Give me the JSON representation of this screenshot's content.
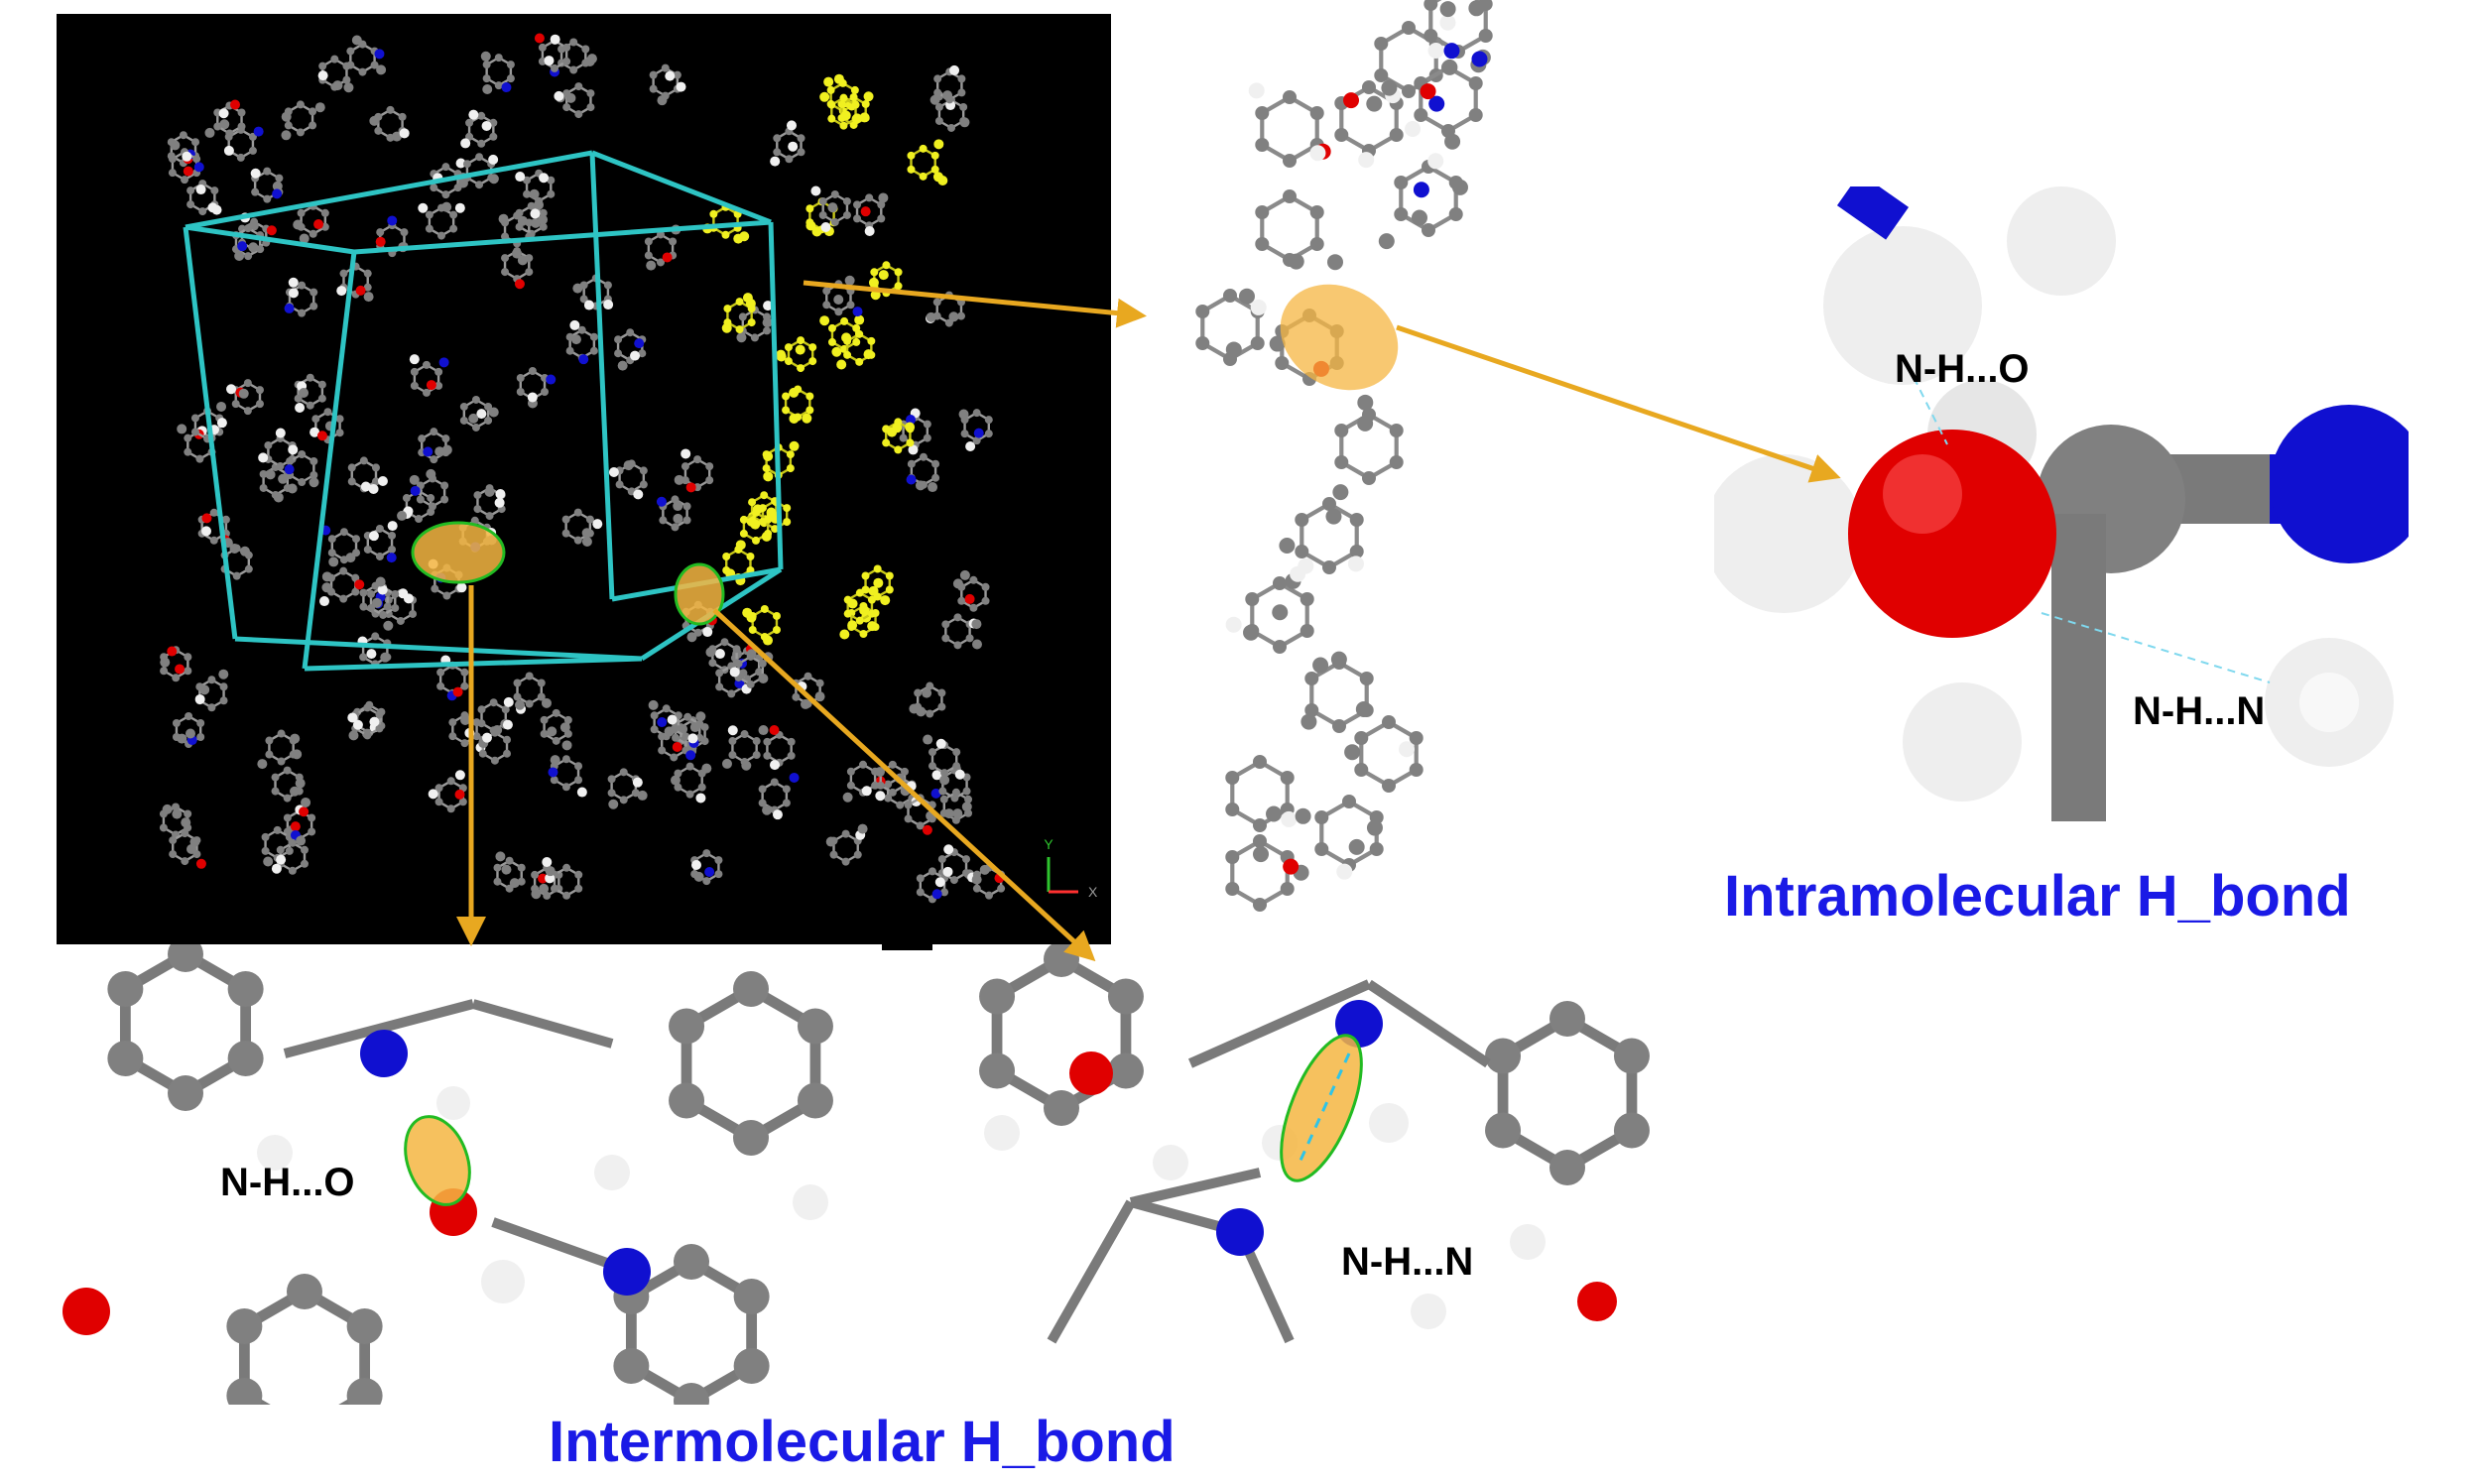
{
  "labels": {
    "intra_nho": "N-H...O",
    "intra_nhn": "N-H...N",
    "inter_nho": "N-H...O",
    "inter_nhn": "N-H...N"
  },
  "captions": {
    "intramolecular": "Intramolecular H_bond",
    "intermolecular": "Intermolecular H_bond"
  },
  "axes": {
    "y": "Y",
    "x": "X"
  },
  "colors": {
    "background_cell": "#000000",
    "unit_cell": "#2ec4c4",
    "carbon": "#808080",
    "oxygen": "#e00000",
    "nitrogen": "#1010d0",
    "hydrogen": "#f0f0f0",
    "highlight_molecule": "#f0f020",
    "arrow": "#e8a820",
    "ellipse_fill": "#f5b642",
    "ellipse_stroke": "#22bb22",
    "caption": "#1a1ae6"
  },
  "icons": [
    "unit-cell-box",
    "molecule-ball-stick",
    "hbond-ellipse",
    "arrow"
  ]
}
